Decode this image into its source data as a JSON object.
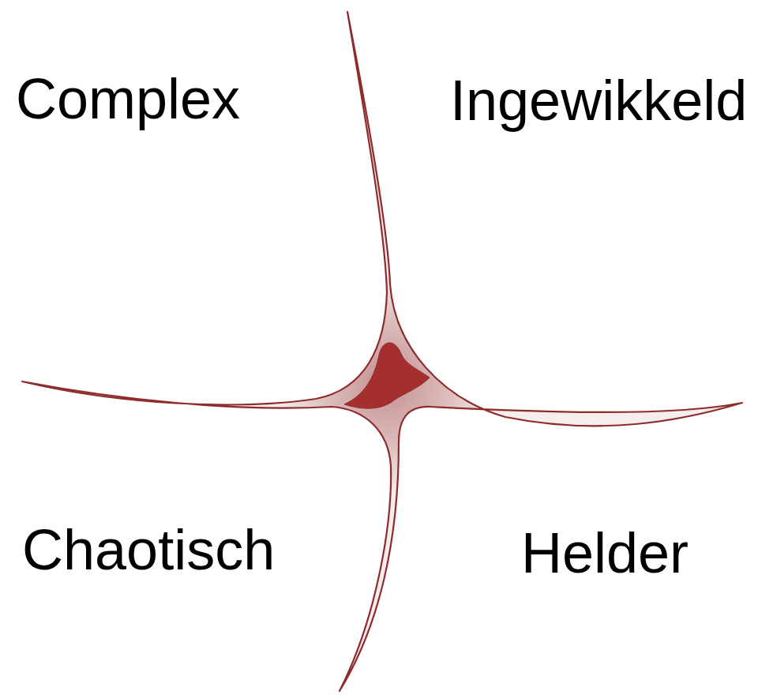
{
  "diagram": {
    "labels": [
      "Complex",
      "Ingewikkeld",
      "Chaotisch",
      "Helder"
    ]
  }
}
